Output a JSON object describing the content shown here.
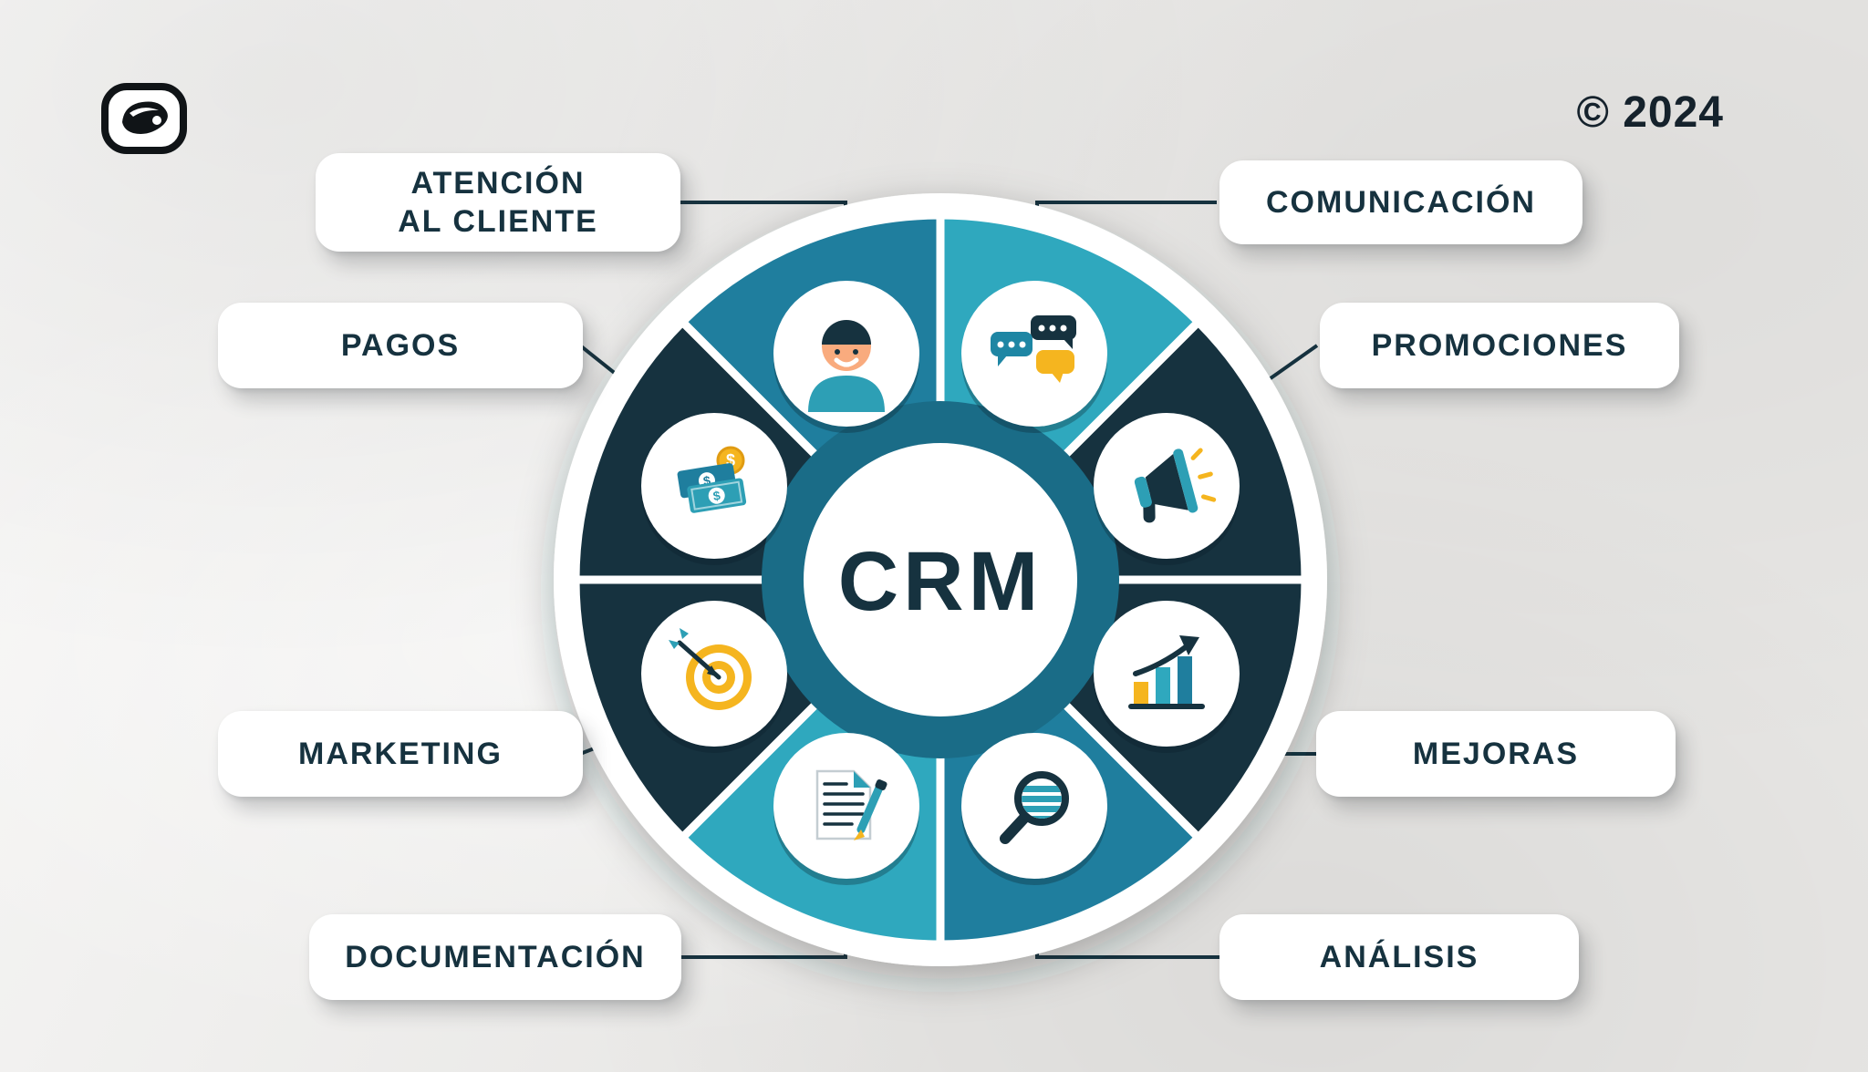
{
  "brand": {
    "logo_name": "eye-logo",
    "copyright": "© 2024"
  },
  "diagram": {
    "center_label": "CRM",
    "currency_symbol": "$",
    "colors": {
      "segment_teal": "#1F7E9E",
      "segment_light_teal": "#2FA8BE",
      "segment_dark_navy": "#16323F",
      "ring_blue": "#1A6C87",
      "accent_yellow": "#F5B51F",
      "icon_teal": "#2D9FB5",
      "text_navy": "#16323F",
      "label_background": "#FFFFFF"
    },
    "nodes": [
      {
        "label": "ATENCIÓN\nAL CLIENTE",
        "icon": "customer-person-icon",
        "position": "top-left",
        "segment_color": "#1F7E9E"
      },
      {
        "label": "COMUNICACIÓN",
        "icon": "chat-bubbles-icon",
        "position": "top-right",
        "segment_color": "#2FA8BE"
      },
      {
        "label": "PROMOCIONES",
        "icon": "megaphone-icon",
        "position": "right-upper",
        "segment_color": "#16323F"
      },
      {
        "label": "MEJORAS",
        "icon": "growth-chart-icon",
        "position": "right-lower",
        "segment_color": "#16323F"
      },
      {
        "label": "ANÁLISIS",
        "icon": "magnifier-icon",
        "position": "bottom-right",
        "segment_color": "#1F7E9E"
      },
      {
        "label": "DOCUMENTACIÓN",
        "icon": "document-pen-icon",
        "position": "bottom-left",
        "segment_color": "#2FA8BE"
      },
      {
        "label": "MARKETING",
        "icon": "target-dart-icon",
        "position": "left-lower",
        "segment_color": "#16323F"
      },
      {
        "label": "PAGOS",
        "icon": "money-notes-coin-icon",
        "position": "left-upper",
        "segment_color": "#16323F"
      }
    ]
  }
}
